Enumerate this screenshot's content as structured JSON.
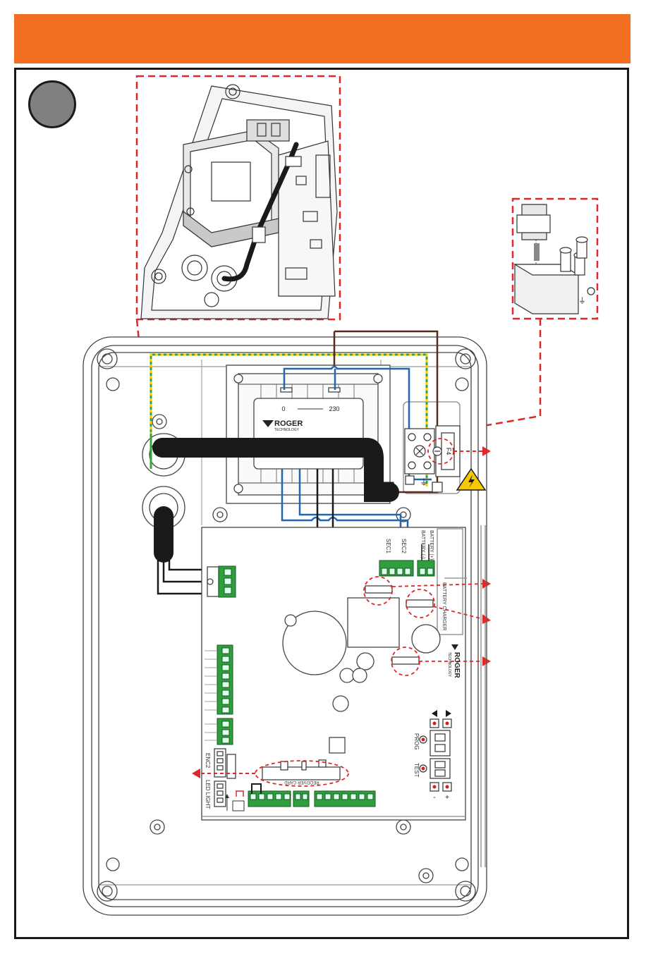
{
  "colors": {
    "header": "#f26f22",
    "step_circle": "#808080",
    "dashed_callout": "#e02828",
    "wire_blue": "#2266b0",
    "wire_brown": "#5a2a1a",
    "wire_earth_green": "#3aa040",
    "wire_earth_yellow": "#f2d000",
    "terminal_green": "#2e9e3e",
    "cable_black": "#1a1a1a",
    "led_red": "#d42020",
    "warning_yellow": "#f5c800"
  },
  "transformer": {
    "tap_low": "0",
    "tap_high": "230",
    "brand": "ROGER",
    "brand_sub": "TECHNOLOGY"
  },
  "fuse": {
    "label": "F4"
  },
  "board": {
    "brand": "ROGER",
    "brand_sub": "TECHNOLOGY",
    "sec1": "SEC1",
    "sec2": "SEC2",
    "battery_plus": "BATTERY (+)",
    "battery_minus": "BATTERY (-)",
    "battery_charger": "BATTERY CHARGER",
    "enc2": "ENC2",
    "led_light": "LED LIGHT",
    "receiver_card": "RECEIVER CARD",
    "prog": "PROG",
    "test": "TEST",
    "minus": "-",
    "plus": "+"
  },
  "icons": {
    "warning": "high-voltage-warning-icon",
    "earth": "earth-ground-icon",
    "arrow_left": "arrow-left-icon",
    "arrow_right": "arrow-right-icon"
  }
}
